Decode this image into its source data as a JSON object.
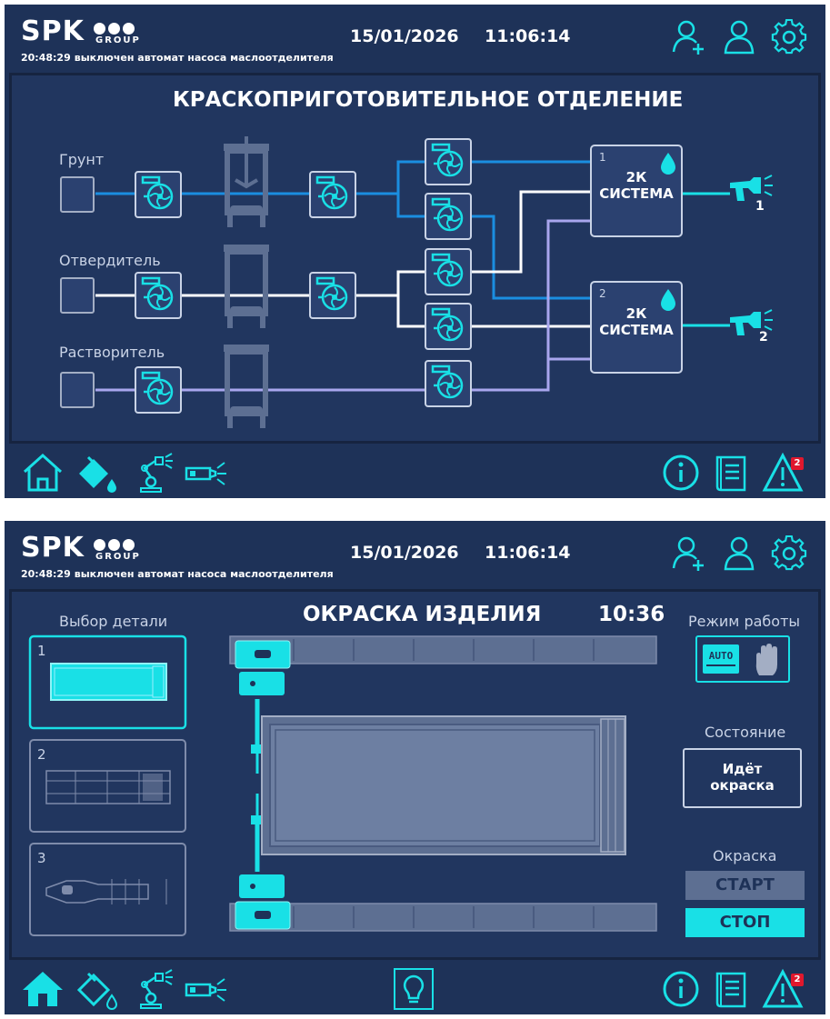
{
  "brand": {
    "name": "SPK",
    "group": "GROUP"
  },
  "header": {
    "alarm_time": "20:48:29",
    "alarm_text": "выключен автомат насоса маслоотделителя",
    "date": "15/01/2026",
    "time": "11:06:14"
  },
  "screen1": {
    "title": "КРАСКОПРИГОТОВИТЕЛЬНОЕ ОТДЕЛЕНИЕ",
    "inputs": [
      "Грунт",
      "Отвердитель",
      "Растворитель"
    ],
    "systems": [
      {
        "number": "1",
        "line1": "2К",
        "line2": "СИСТЕМА"
      },
      {
        "number": "2",
        "line1": "2К",
        "line2": "СИСТЕМА"
      }
    ],
    "guns": [
      "1",
      "2"
    ],
    "alarm_count": "2"
  },
  "screen2": {
    "title": "ОКРАСКА ИЗДЕЛИЯ",
    "timer": "10:36",
    "part_select_label": "Выбор детали",
    "parts": [
      "1",
      "2",
      "3"
    ],
    "mode_label": "Режим работы",
    "mode_auto": "AUTO",
    "state_label": "Состояние",
    "state_line1": "Идёт",
    "state_line2": "окраска",
    "paint_label": "Окраска",
    "start": "СТАРТ",
    "stop": "СТОП",
    "alarm_count": "2"
  },
  "colors": {
    "background": "#1e3258",
    "panel": "#21365f",
    "accent": "#19e0e6",
    "line_primer": "#1a8ee0",
    "line_hardener": "#ffffff",
    "line_solvent": "#a9a6ee",
    "alarm": "#e0182d"
  },
  "icons": [
    "add-user-icon",
    "user-icon",
    "gear-icon",
    "home-icon",
    "paint-bucket-icon",
    "robot-arm-icon",
    "spray-gun-icon",
    "info-icon",
    "manual-icon",
    "warning-icon",
    "bulb-icon",
    "hand-icon",
    "paint-drop-icon",
    "pump-icon",
    "tank-icon"
  ]
}
